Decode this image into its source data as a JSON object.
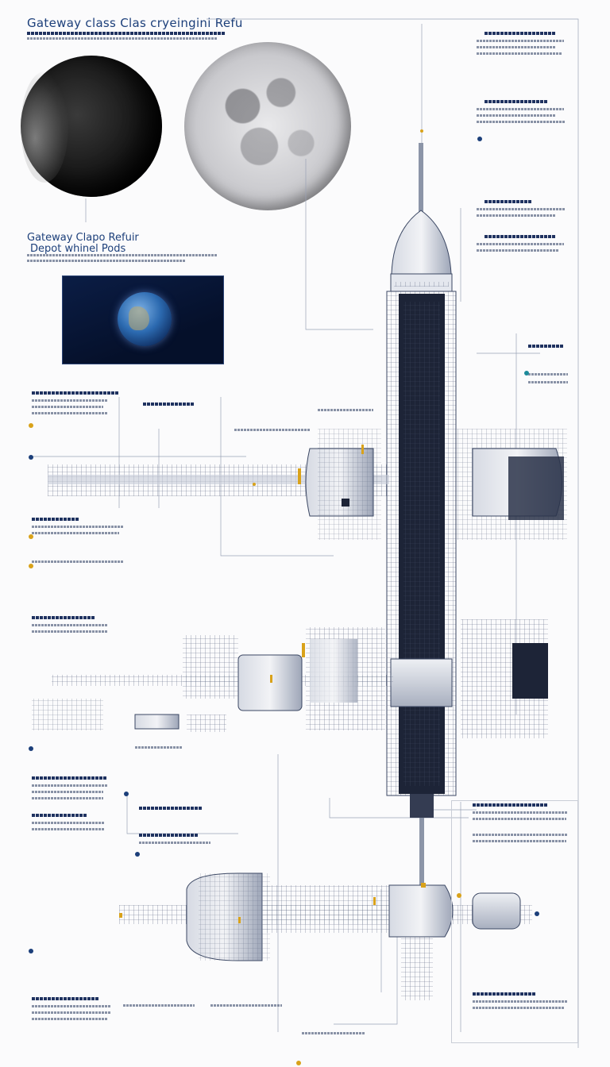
{
  "header": {
    "title": "Gateway class Clas  cryeingini Refu"
  },
  "subtitle": {
    "line1": "Gateway Clapo Refuir",
    "line2": "Depot  whinel Pods"
  },
  "colors": {
    "navy": "#1c3f7a",
    "accent": "#d9a21a",
    "steel": "#9aa3b5",
    "dark": "#1d2437"
  },
  "icons": [
    "moon-dark-icon",
    "moon-full-icon",
    "earth-icon",
    "station-icon"
  ]
}
